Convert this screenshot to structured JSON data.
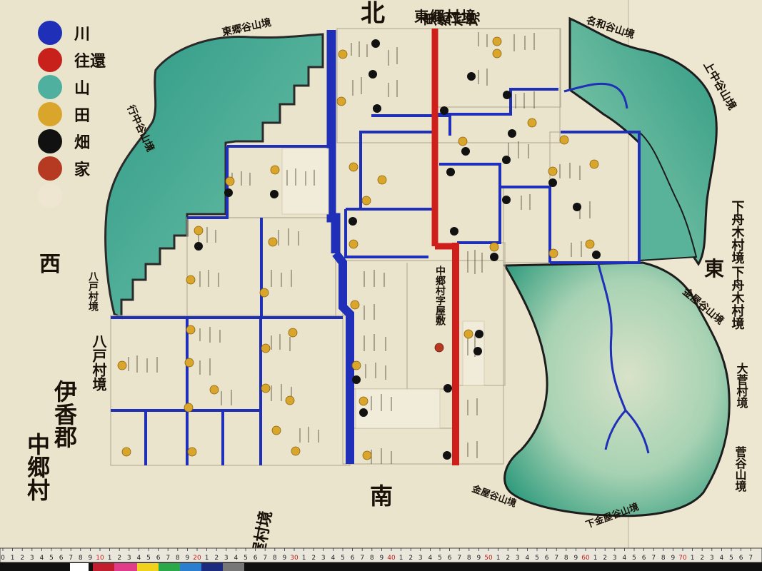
{
  "directions": {
    "north": "北",
    "south": "南",
    "west": "西",
    "east": "東"
  },
  "borders": {
    "top_center": "東郷村境",
    "top_left": "東郷谷山境",
    "top_right_1": "名和谷山境",
    "top_right_2": "上中谷山境",
    "left_upper": "行中谷山境",
    "left_lower_1": "八戸村境",
    "left_lower_2": "八戸村境",
    "right_upper": "下舟木村境",
    "right_middle": "下舟木村境",
    "right_east": "大菅村境",
    "right_lower": "菅谷山境",
    "bottom_center": "下金屋村境",
    "bottom_right_1": "金屋谷山境",
    "bottom_right_2": "下金屋谷山境",
    "right_inner": "金屋谷山境"
  },
  "legend": [
    {
      "color": "#1f2fb8",
      "label": "川"
    },
    {
      "color": "#c8211b",
      "label": "往還"
    },
    {
      "color": "#4fb0a0",
      "label": "山"
    },
    {
      "color": "#d9a52a",
      "label": "田"
    },
    {
      "color": "#111111",
      "label": "畑"
    },
    {
      "color": "#b63a22",
      "label": "家"
    },
    {
      "color": "#efe6d2",
      "label": ""
    }
  ],
  "village": [
    "伊香郡",
    "中郷村"
  ],
  "center_label": "中郷村字屋敷",
  "ruler_numbers": [
    "10",
    "20",
    "30",
    "40",
    "50",
    "60",
    "70"
  ],
  "colors": {
    "paper": "#ebe4cd",
    "river": "#1f2fb8",
    "road": "#d01f1a",
    "mountain": "#3fa595",
    "paddy": "#d9a52a",
    "field": "#111111"
  }
}
